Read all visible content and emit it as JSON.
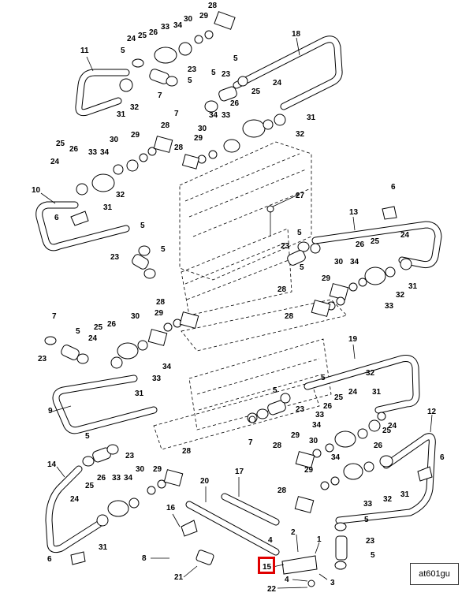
{
  "figure_id": "at601gu",
  "callouts": {
    "c1": "1",
    "c2": "2",
    "c3": "3",
    "c4": "4",
    "c5": "5",
    "c6": "6",
    "c7": "7",
    "c8": "8",
    "c9": "9",
    "c10": "10",
    "c11": "11",
    "c12": "12",
    "c13": "13",
    "c14": "14",
    "c15": "15",
    "c16": "16",
    "c17": "17",
    "c18": "18",
    "c19": "19",
    "c20": "20",
    "c21": "21",
    "c22": "22",
    "c23": "23",
    "c24": "24",
    "c25": "25",
    "c26": "26",
    "c27": "27",
    "c28": "28",
    "c29": "29",
    "c30": "30",
    "c31": "31",
    "c32": "32",
    "c33": "33",
    "c34": "34"
  },
  "highlighted_callout": "15",
  "colors": {
    "line": "#000000",
    "highlight": "#e00000",
    "background": "#ffffff"
  }
}
